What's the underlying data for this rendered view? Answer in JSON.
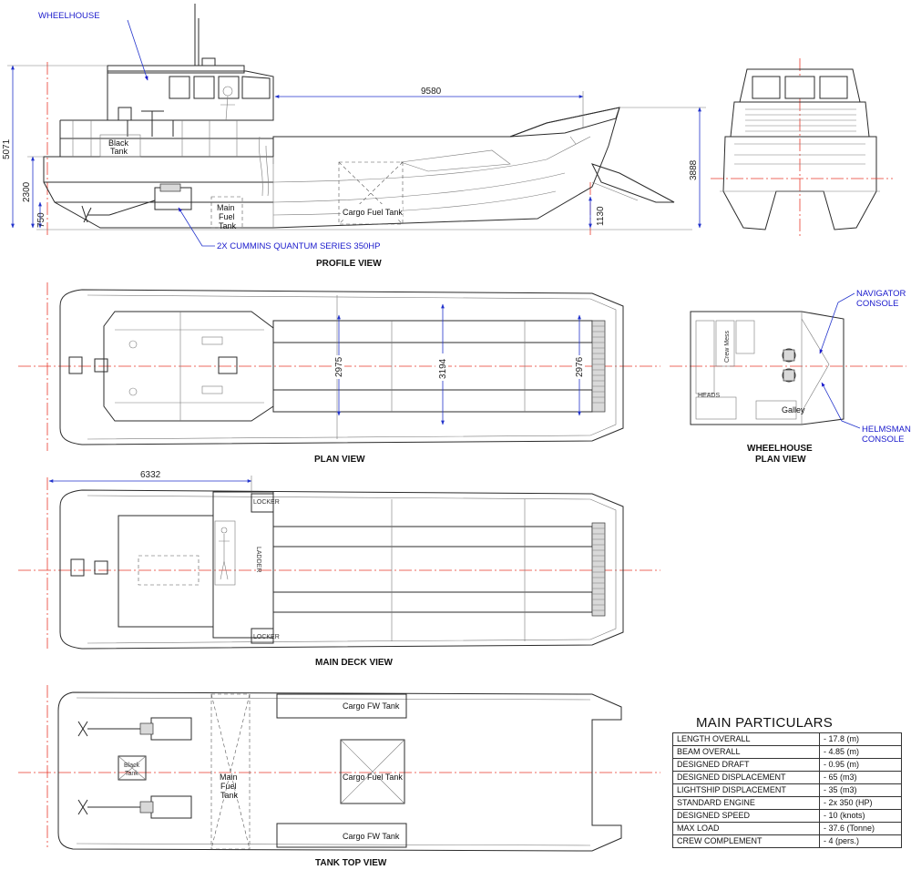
{
  "labels": {
    "wheelhouse": "WHEELHOUSE",
    "engines": "2X CUMMINS QUANTUM SERIES 350HP",
    "black_tank_profile_1": "Black",
    "black_tank_profile_2": "Tank",
    "main_fuel_profile_1": "Main",
    "main_fuel_profile_2": "Fuel",
    "main_fuel_profile_3": "Tank",
    "cargo_fuel_profile": "Cargo Fuel Tank",
    "navigator_1": "NAVIGATOR",
    "navigator_2": "CONSOLE",
    "helmsman_1": "HELMSMAN",
    "helmsman_2": "CONSOLE",
    "crew_mess": "Crew Mess",
    "galley": "Galley",
    "heads": "HEADS",
    "locker_top": "LOCKER",
    "locker_bottom": "LOCKER",
    "ladder": "LADDER",
    "cargo_fw_top": "Cargo FW Tank",
    "cargo_fw_bottom": "Cargo FW Tank",
    "cargo_fuel_tanktop": "Cargo Fuel Tank",
    "black_tank_top_1": "Black",
    "black_tank_top_2": "Tank",
    "main_fuel_top_1": "Main",
    "main_fuel_top_2": "Fuel",
    "main_fuel_top_3": "Tank"
  },
  "titles": {
    "profile": "PROFILE VIEW",
    "plan": "PLAN VIEW",
    "wheelhouse_plan_1": "WHEELHOUSE",
    "wheelhouse_plan_2": "PLAN VIEW",
    "main_deck": "MAIN DECK VIEW",
    "tank_top": "TANK TOP VIEW"
  },
  "dimensions": {
    "overall_height": "5071",
    "hull_height": "2300",
    "draft": "750",
    "deck_length": "9580",
    "bow_height": "1130",
    "front_height": "3888",
    "plan_width_1": "2975",
    "plan_width_2": "3194",
    "plan_width_3": "2976",
    "deckhouse_length": "6332"
  },
  "particulars": {
    "heading": "MAIN PARTICULARS",
    "rows": [
      {
        "label": "LENGTH OVERALL",
        "value": "- 17.8 (m)"
      },
      {
        "label": "BEAM OVERALL",
        "value": "- 4.85 (m)"
      },
      {
        "label": "DESIGNED DRAFT",
        "value": "- 0.95 (m)"
      },
      {
        "label": "DESIGNED DISPLACEMENT",
        "value": "- 65 (m3)"
      },
      {
        "label": "LIGHTSHIP DISPLACEMENT",
        "value": "- 35 (m3)"
      },
      {
        "label": "STANDARD ENGINE",
        "value": "- 2x 350 (HP)"
      },
      {
        "label": "DESIGNED SPEED",
        "value": "- 10 (knots)"
      },
      {
        "label": "MAX LOAD",
        "value": "- 37.6 (Tonne)"
      },
      {
        "label": "CREW COMPLEMENT",
        "value": "- 4 (pers.)"
      }
    ]
  },
  "colors": {
    "line": "#2b2b2b",
    "centerline": "#e8392b",
    "dimension": "#2233cc",
    "annotation": "#1a1acc"
  }
}
